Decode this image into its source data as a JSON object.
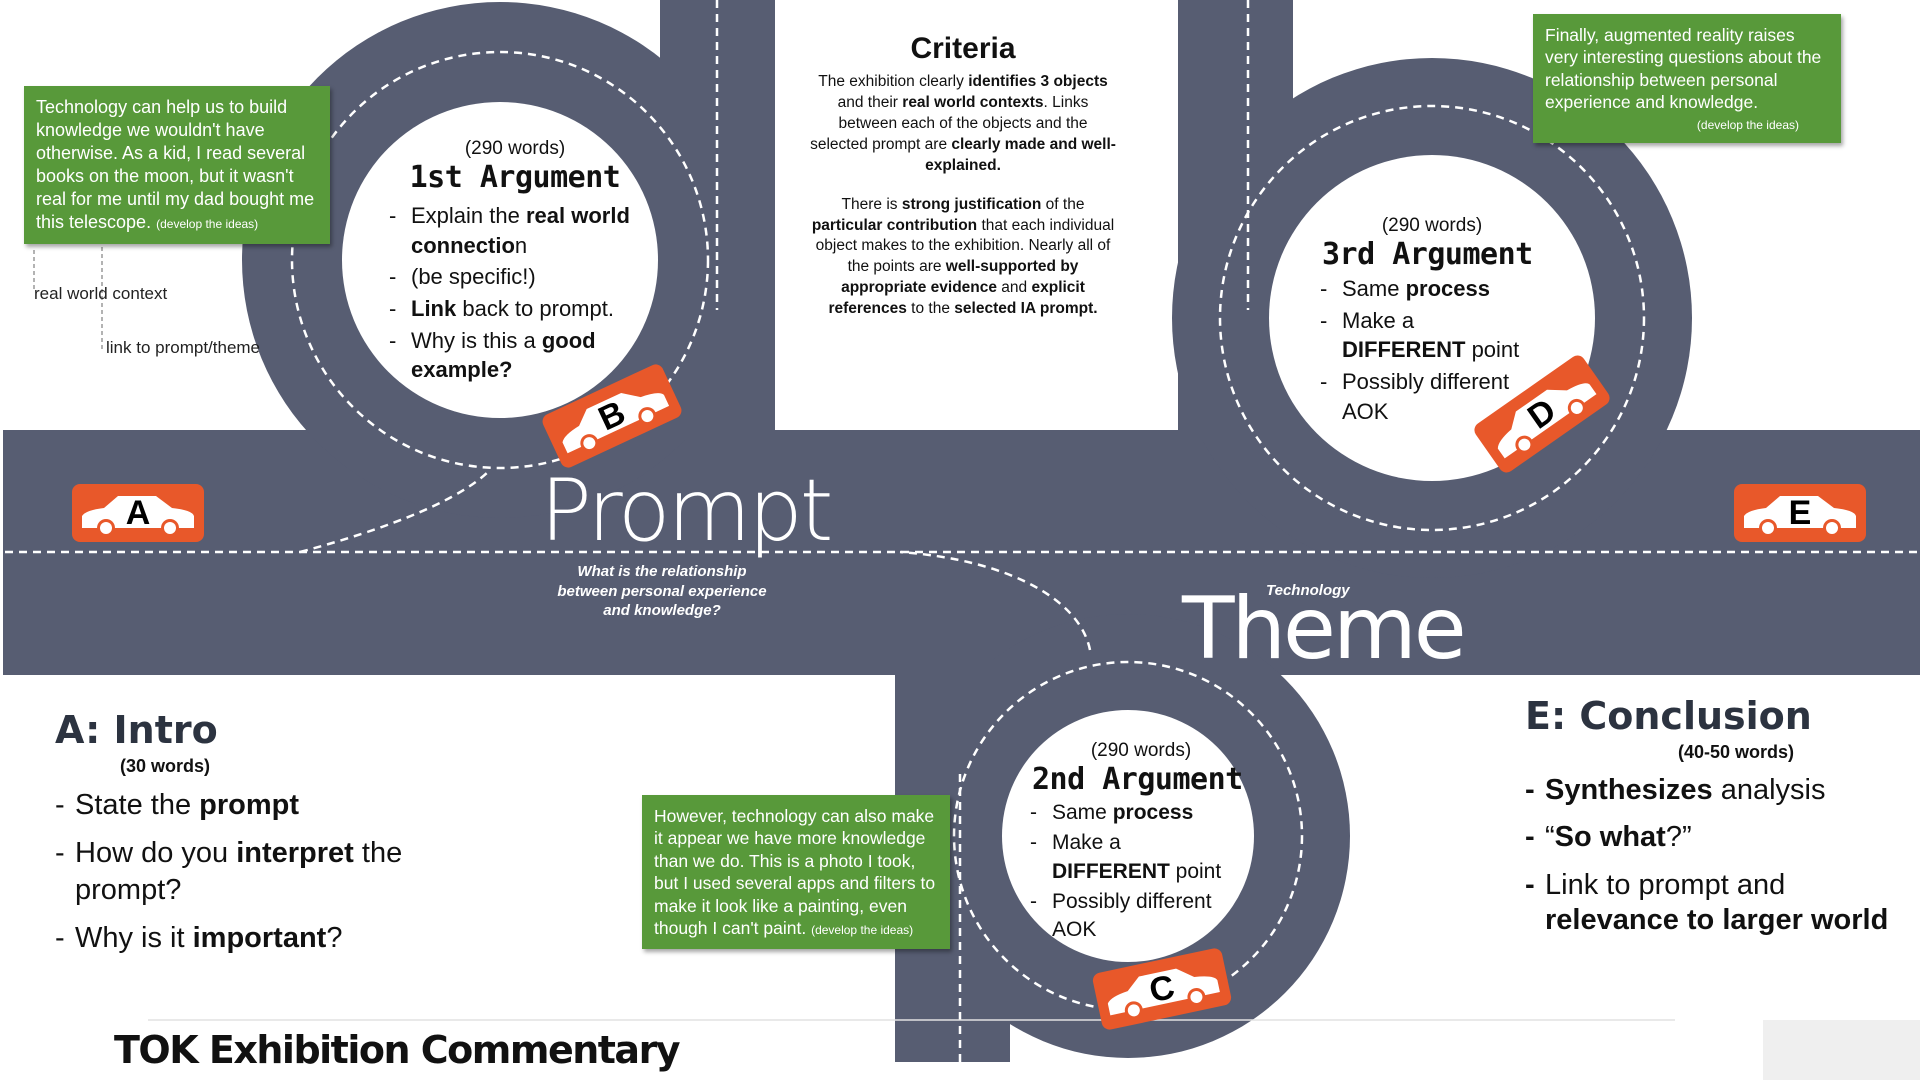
{
  "page_title": "TOK Exhibition Commentary",
  "prompt_label": {
    "title": "Prompt",
    "question": "What is the relationship between personal experience and knowledge?"
  },
  "theme_label": {
    "subtitle": "Technology",
    "title": "Theme"
  },
  "criteria": {
    "title": "Criteria",
    "p1_a": "The exhibition clearly ",
    "p1_b": "identifies 3 objects",
    "p1_c": " and their ",
    "p1_d": "real world contexts",
    "p1_e": ". Links between each of the objects and the selected prompt are ",
    "p1_f": "clearly made and well-explained.",
    "p2_a": "There is ",
    "p2_b": "strong justification",
    "p2_c": " of the ",
    "p2_d": "particular contribution",
    "p2_e": " that each individual object makes to the exhibition. Nearly all of the points are ",
    "p2_f": "well-supported by appropriate evidence",
    "p2_g": " and ",
    "p2_h": "explicit references",
    "p2_i": " to the ",
    "p2_j": "selected IA prompt."
  },
  "arg1": {
    "words": "(290 words)",
    "title": "1st Argument",
    "b1_pre": "Explain the ",
    "b1_bold": "real world connectio",
    "b1_post": "n",
    "b2": "(be specific!)",
    "b3_bold": "Link",
    "b3_post": " back to prompt.",
    "b4_pre": "Why is this a ",
    "b4_bold": "good example?"
  },
  "arg2": {
    "words": "(290 words)",
    "title": "2nd Argument",
    "b1_pre": "Same ",
    "b1_bold": "process",
    "b2_pre": "Make a ",
    "b2_bold": "DIFFERENT",
    "b2_post": " point",
    "b3": "Possibly different AOK"
  },
  "arg3": {
    "words": "(290 words)",
    "title": "3rd Argument",
    "b1_pre": "Same ",
    "b1_bold": "process",
    "b2_pre": "Make a ",
    "b2_bold": "DIFFERENT",
    "b2_post": " point",
    "b3": "Possibly different AOK"
  },
  "green_box_1": {
    "text": "Technology can help us to build knowledge we wouldn't have otherwise.   As a kid, I read several books on the moon, but it wasn't real for me until my dad bought me this telescope.",
    "note": "(develop the ideas)"
  },
  "green_box_2": {
    "text": "Finally, augmented reality raises very interesting questions about the relationship between personal experience and knowledge.",
    "note": "(develop the ideas)"
  },
  "green_box_3": {
    "text": "However, technology can also make it appear we have more knowledge than we do. This is a photo I took, but I used several apps and filters to make it look like a painting, even though I can't paint.",
    "note": "(develop the ideas)"
  },
  "annotations": {
    "real_world": "real world context",
    "link_prompt": "link to prompt/theme"
  },
  "intro": {
    "title": "A:  Intro",
    "words": "(30 words)",
    "b1_pre": "State the ",
    "b1_bold": "prompt",
    "b2_pre": "How do you ",
    "b2_bold": "interpret",
    "b2_post": " the prompt?",
    "b3_pre": "Why is it ",
    "b3_bold": "important",
    "b3_post": "?"
  },
  "conclusion": {
    "title": "E:  Conclusion",
    "words": "(40-50 words)",
    "b1_bold": "Synthesizes",
    "b1_post": " analysis",
    "b2_pre": "“",
    "b2_bold": "So what",
    "b2_post": "?”",
    "b3_pre": "Link to prompt and ",
    "b3_bold": "relevance to larger world"
  },
  "cars": [
    "A",
    "B",
    "C",
    "D",
    "E"
  ],
  "colors": {
    "road": "#575d72",
    "car": "#e8582a",
    "green_box": "#58993a"
  }
}
